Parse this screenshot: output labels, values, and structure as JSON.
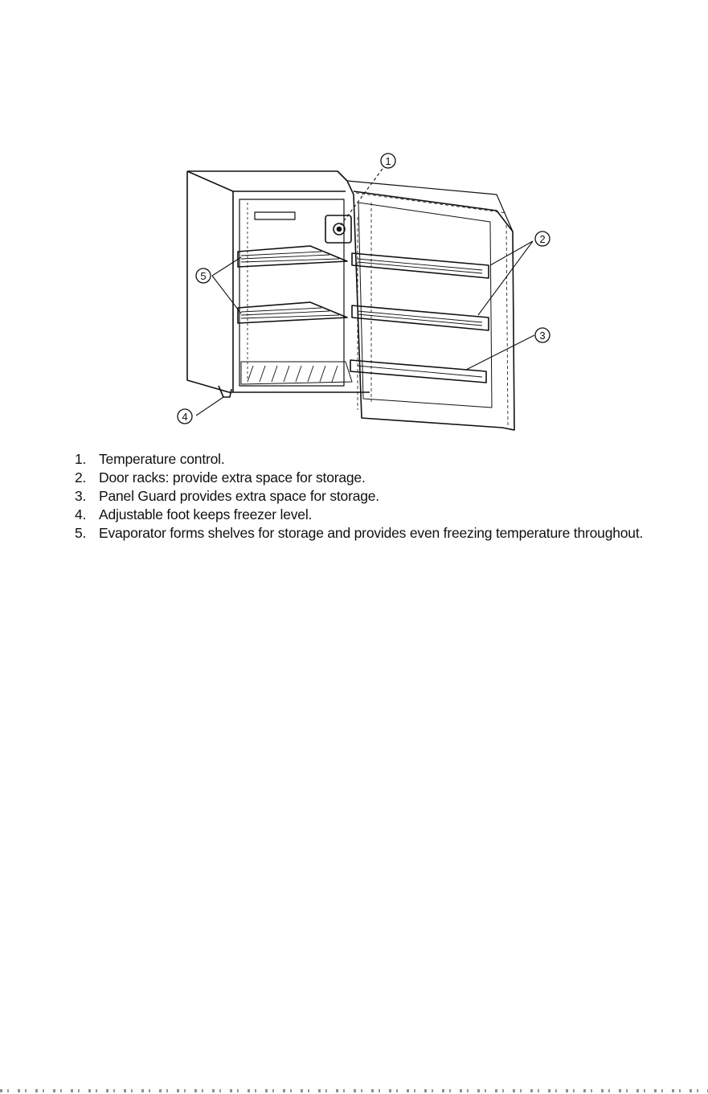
{
  "callouts": [
    "1",
    "2",
    "3",
    "4",
    "5"
  ],
  "parts": [
    {
      "num": "1.",
      "text": "Temperature control."
    },
    {
      "num": "2.",
      "text": "Door racks: provide extra space for storage."
    },
    {
      "num": "3.",
      "text": "Panel Guard provides extra space for storage."
    },
    {
      "num": "4.",
      "text": "Adjustable foot keeps freezer level."
    },
    {
      "num": "5.",
      "text": "Evaporator forms shelves for storage and provides even freezing temperature throughout."
    }
  ]
}
